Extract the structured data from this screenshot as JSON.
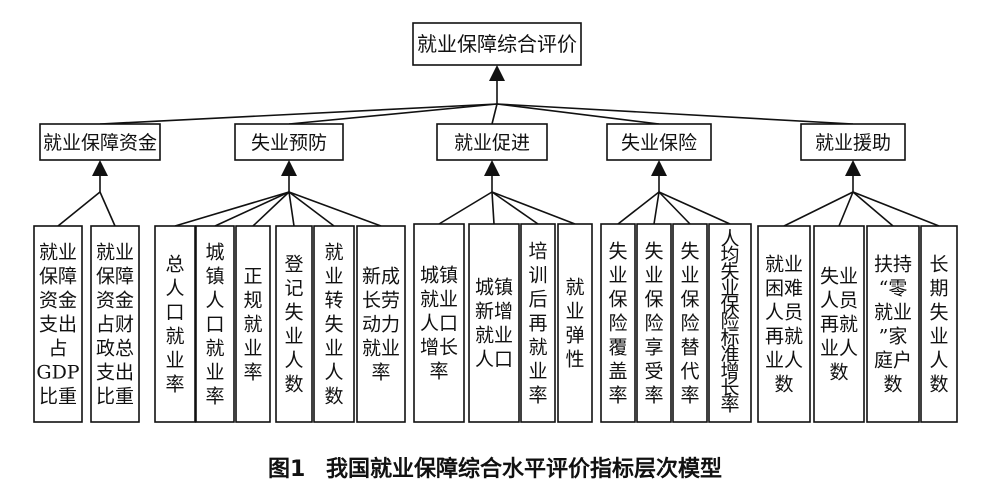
{
  "root": "就业保障综合评价",
  "categories": [
    {
      "label": "就业保障资金",
      "leaves": [
        [
          "就",
          "业",
          "保",
          "障",
          "资",
          "金",
          "支",
          "出",
          "占",
          "GDP",
          "比重"
        ],
        [
          "就",
          "业",
          "保",
          "障",
          "资",
          "金",
          "占",
          "财",
          "政",
          "总",
          "支",
          "出",
          "比",
          "重"
        ]
      ]
    },
    {
      "label": "失业预防",
      "leaves": [
        [
          "总",
          "人",
          "口",
          "就",
          "业",
          "率"
        ],
        [
          "城",
          "镇",
          "人",
          "口",
          "就",
          "业",
          "率"
        ],
        [
          "正",
          "规",
          "就",
          "业",
          "率"
        ],
        [
          "登",
          "记",
          "失",
          "业",
          "人",
          "数"
        ],
        [
          "就",
          "业",
          "转",
          "失",
          "业",
          "人",
          "数"
        ],
        [
          "新",
          "成",
          "长",
          "劳",
          "动",
          "力",
          "就",
          "业",
          "率"
        ]
      ]
    },
    {
      "label": "就业促进",
      "leaves": [
        [
          "城",
          "镇",
          "就",
          "业",
          "人",
          "口",
          "增",
          "长",
          "率"
        ],
        [
          "城",
          "镇",
          "新",
          "增",
          "就",
          "业",
          "人",
          "口"
        ],
        [
          "培",
          "训",
          "后",
          "再",
          "就",
          "业",
          "率"
        ],
        [
          "就",
          "业",
          "弹",
          "性"
        ]
      ]
    },
    {
      "label": "失业保险",
      "leaves": [
        [
          "失",
          "业",
          "保",
          "险",
          "覆",
          "盖",
          "率"
        ],
        [
          "失",
          "业",
          "保",
          "险",
          "享",
          "受",
          "率"
        ],
        [
          "失",
          "业",
          "保",
          "险",
          "替",
          "代",
          "率"
        ],
        [
          "人",
          "均",
          "失",
          "业",
          "保",
          "险",
          "标",
          "准",
          "增",
          "长",
          "率"
        ]
      ]
    },
    {
      "label": "就业援助",
      "leaves": [
        [
          "就",
          "业",
          "困",
          "难",
          "人",
          "员",
          "再",
          "就",
          "业",
          "人",
          "数"
        ],
        [
          "失",
          "业",
          "人",
          "员",
          "再",
          "就",
          "业",
          "人",
          "数"
        ],
        [
          "扶",
          "持",
          "“",
          "零",
          "就",
          "业",
          "”",
          "家",
          "庭",
          "户",
          "数"
        ],
        [
          "长",
          "期",
          "失",
          "业",
          "人",
          "数"
        ]
      ]
    }
  ],
  "caption": {
    "number": "图1",
    "text": "我国就业保障综合水平评价指标层次模型"
  }
}
